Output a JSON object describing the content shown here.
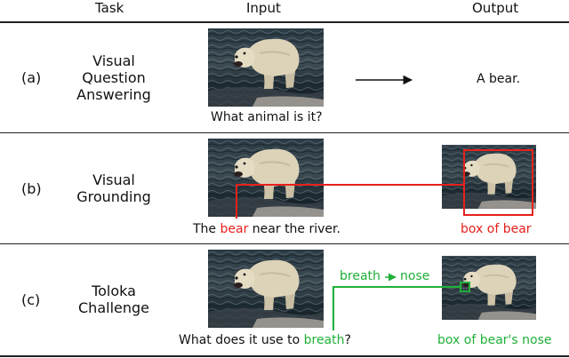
{
  "colors": {
    "red": "#e8201c",
    "green": "#20b038",
    "water_dark": "#22303a",
    "bear": "#d9cfb6",
    "ground": "#9a8f86"
  },
  "header": {
    "task": "Task",
    "input": "Input",
    "output": "Output"
  },
  "rows": [
    {
      "label": "(a)",
      "task_lines": [
        "Visual",
        "Question",
        "Answering"
      ],
      "caption": "What animal is it?",
      "output_text": "A bear."
    },
    {
      "label": "(b)",
      "task_lines": [
        "Visual",
        "Grounding"
      ],
      "caption_before": "The ",
      "caption_highlight": "bear",
      "caption_after": " near the river.",
      "output_caption": "box of bear"
    },
    {
      "label": "(c)",
      "task_lines": [
        "Toloka",
        "Challenge"
      ],
      "caption_before": "What does it use to ",
      "caption_highlight": "breath",
      "caption_after": "?",
      "mapping": {
        "from": "breath",
        "to": "nose"
      },
      "output_caption": "box of bear's nose"
    }
  ],
  "icons": {
    "photo": "polar-bear-photo",
    "arrow": "right-arrow"
  }
}
